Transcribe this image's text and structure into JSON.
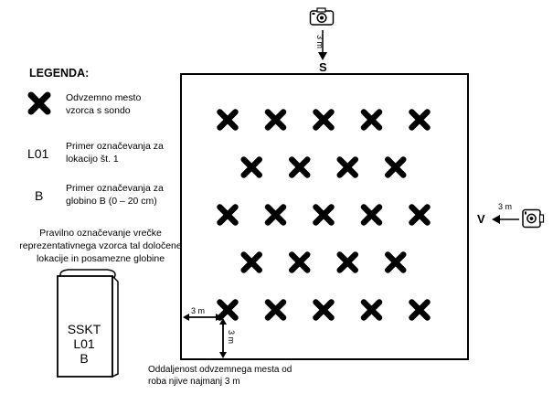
{
  "legend": {
    "title": "LEGENDA:",
    "cross_text_1": "Odvzemno mesto",
    "cross_text_2": "vzorca s sondo",
    "code_location": "L01",
    "location_text_1": "Primer označevanja za",
    "location_text_2": "lokacijo št. 1",
    "code_depth": "B",
    "depth_text_1": "Primer označevanja za",
    "depth_text_2": "globino B (0 – 20 cm)"
  },
  "bag": {
    "note_1": "Pravilno označevanje vrečke",
    "note_2": "reprezentativnega vzorca tal določene",
    "note_3": "lokacije in posamezne globine",
    "line_1": "SSKT",
    "line_2": "L01",
    "line_3": "B"
  },
  "field": {
    "north_label": "S",
    "east_label": "V",
    "distance_north": "3 m",
    "distance_east": "3 m",
    "distance_left": "3 m",
    "distance_bottom": "3 m",
    "footnote_1": "Oddaljenost odvzemnega mesta od",
    "footnote_2": "roba njive najmanj 3 m",
    "sample_rows": [
      {
        "count": 5,
        "offset": false
      },
      {
        "count": 4,
        "offset": true
      },
      {
        "count": 5,
        "offset": false
      },
      {
        "count": 4,
        "offset": true
      },
      {
        "count": 5,
        "offset": false
      }
    ]
  },
  "icons": {
    "camera_top": "camera-icon",
    "camera_right": "camera-icon",
    "sample_mark": "cross-icon"
  }
}
